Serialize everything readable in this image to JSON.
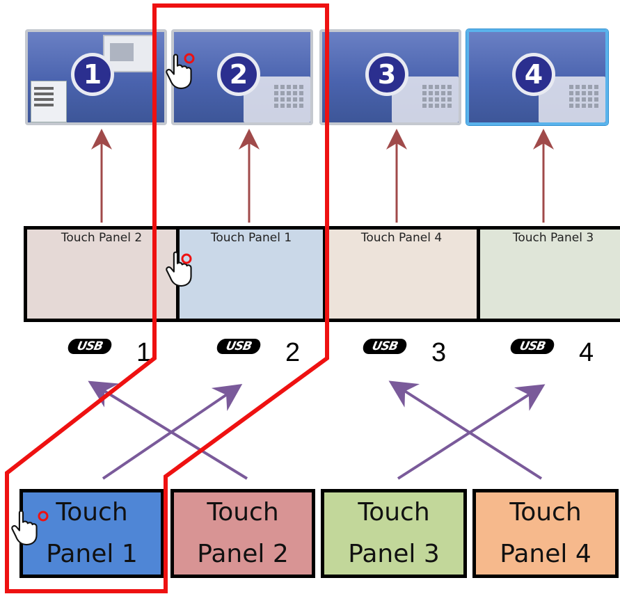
{
  "monitors": [
    {
      "number": "1"
    },
    {
      "number": "2"
    },
    {
      "number": "3"
    },
    {
      "number": "4"
    }
  ],
  "panels": [
    {
      "label": "Touch Panel 2",
      "color": "#e5d9d6"
    },
    {
      "label": "Touch Panel 1",
      "color": "#cad8e8"
    },
    {
      "label": "Touch Panel 4",
      "color": "#ede3da"
    },
    {
      "label": "Touch Panel 3",
      "color": "#dfe5d8"
    }
  ],
  "usb_ports": [
    {
      "logo": "USB",
      "number": "1"
    },
    {
      "logo": "USB",
      "number": "2"
    },
    {
      "logo": "USB",
      "number": "3"
    },
    {
      "logo": "USB",
      "number": "4"
    }
  ],
  "touch_panels": [
    {
      "line1": "Touch",
      "line2": "Panel 1",
      "color": "#4f86d6"
    },
    {
      "line1": "Touch",
      "line2": "Panel 2",
      "color": "#d89494"
    },
    {
      "line1": "Touch",
      "line2": "Panel 3",
      "color": "#c2d79a"
    },
    {
      "line1": "Touch",
      "line2": "Panel 4",
      "color": "#f6b98c"
    }
  ],
  "colors": {
    "monitor_arrow": "#a04a4a",
    "cross_arrow": "#7a5a9a",
    "highlight": "#ee1111"
  },
  "icons": [
    "hand-pointer-icon",
    "usb-icon"
  ]
}
